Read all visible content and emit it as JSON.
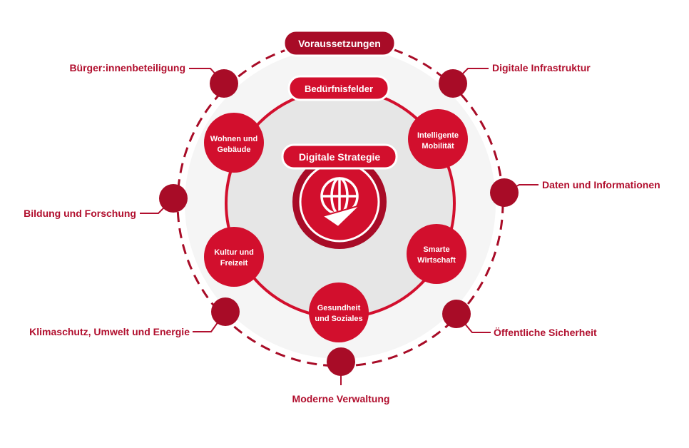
{
  "colors": {
    "red": "#d20f2d",
    "dark_red": "#a80c27",
    "label": "#b10f2e",
    "ring_bg": "#f4f4f4",
    "inner_bg": "#e6e6e6"
  },
  "center": {
    "title": "Digitale Strategie",
    "icon": "globe-paper-plane-icon"
  },
  "needs": {
    "title": "Bedürfnisfelder",
    "items": [
      {
        "line1": "Wohnen und",
        "line2": "Gebäude"
      },
      {
        "line1": "Intelligente",
        "line2": "Mobilität"
      },
      {
        "line1": "Kultur und",
        "line2": "Freizeit"
      },
      {
        "line1": "Smarte",
        "line2": "Wirtschaft"
      },
      {
        "line1": "Gesundheit",
        "line2": "und Soziales"
      }
    ]
  },
  "prerequisites": {
    "title": "Voraussetzungen",
    "items": [
      "Bürger:innenbeteiligung",
      "Digitale Infrastruktur",
      "Daten und Informationen",
      "Bildung und Forschung",
      "Klimaschutz, Umwelt und Energie",
      "Öffentliche Sicherheit",
      "Moderne Verwaltung"
    ]
  }
}
